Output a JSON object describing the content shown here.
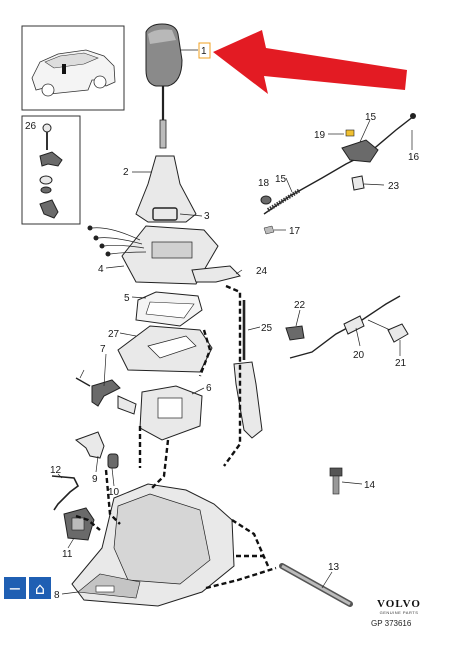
{
  "callouts": {
    "c1": "1",
    "c2": "2",
    "c3": "3",
    "c4": "4",
    "c5": "5",
    "c6": "6",
    "c7": "7",
    "c8": "8",
    "c9": "9",
    "c10": "10",
    "c11": "11",
    "c12": "12",
    "c13": "13",
    "c14": "14",
    "c15a": "15",
    "c15b": "15",
    "c16": "16",
    "c17": "17",
    "c18": "18",
    "c19": "19",
    "c20": "20",
    "c21": "21",
    "c22": "22",
    "c23": "23",
    "c24": "24",
    "c25": "25",
    "c26": "26",
    "c27": "27"
  },
  "colors": {
    "arrow": "#e31b23",
    "highlight": "#f0a020",
    "nav": "#1f5fb3"
  },
  "nav": {
    "collapse_icon": "−",
    "home_icon": "⌂"
  },
  "logo": {
    "brand": "VOLVO",
    "sub": "GENUINE PARTS",
    "drawing_number": "GP 373616"
  },
  "icons": [
    "minus-icon",
    "home-icon",
    "car-icon",
    "red-arrow-icon"
  ]
}
